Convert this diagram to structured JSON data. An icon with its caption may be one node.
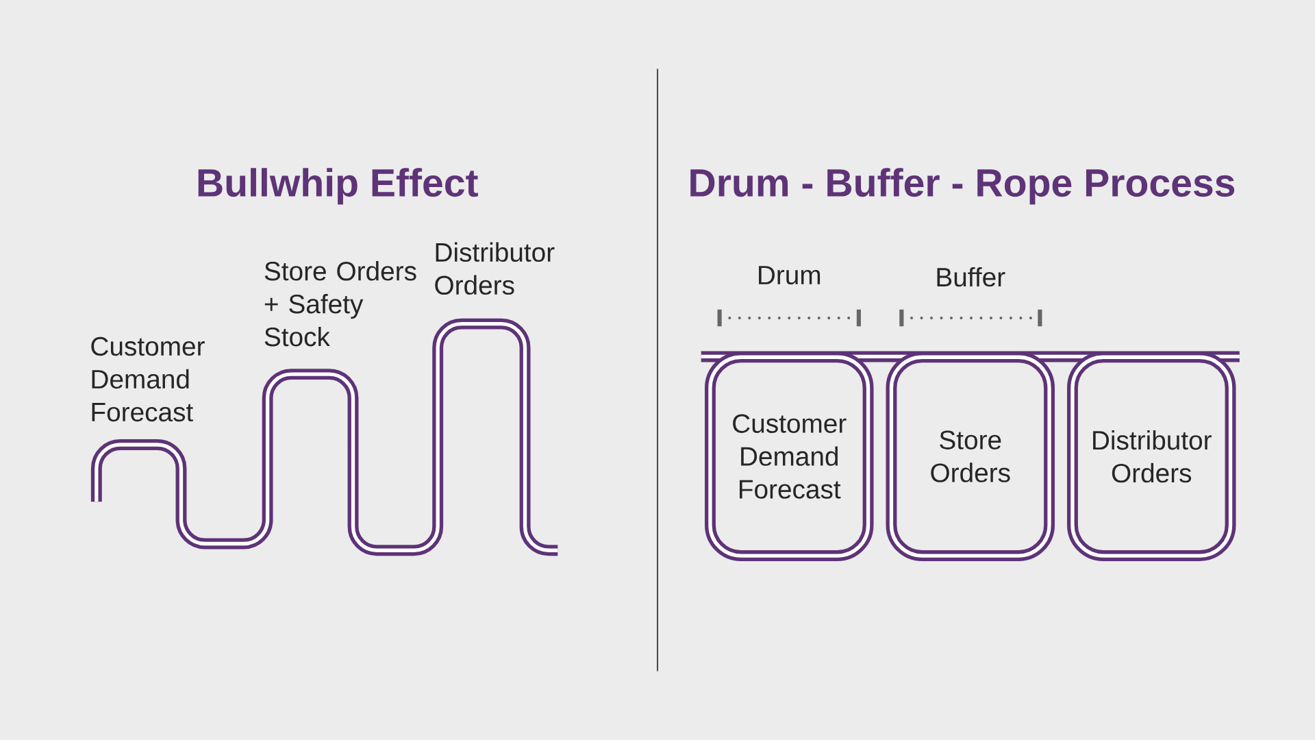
{
  "diagram": {
    "nodes": [
      {
        "text": [
          "Customer Demand Forecast"
        ]
      },
      {
        "text": [
          "Store Orders"
        ]
      },
      {
        "text": [
          "Distributor Orders"
        ]
      }
    ],
    "labels": [
      "Bullwhip Effect",
      "Drum - Buffer - Rope Process",
      "Customer Demand Forecast",
      "Store Orders + Safety Stock",
      "Distributor Orders",
      "Drum",
      "Buffer"
    ]
  }
}
